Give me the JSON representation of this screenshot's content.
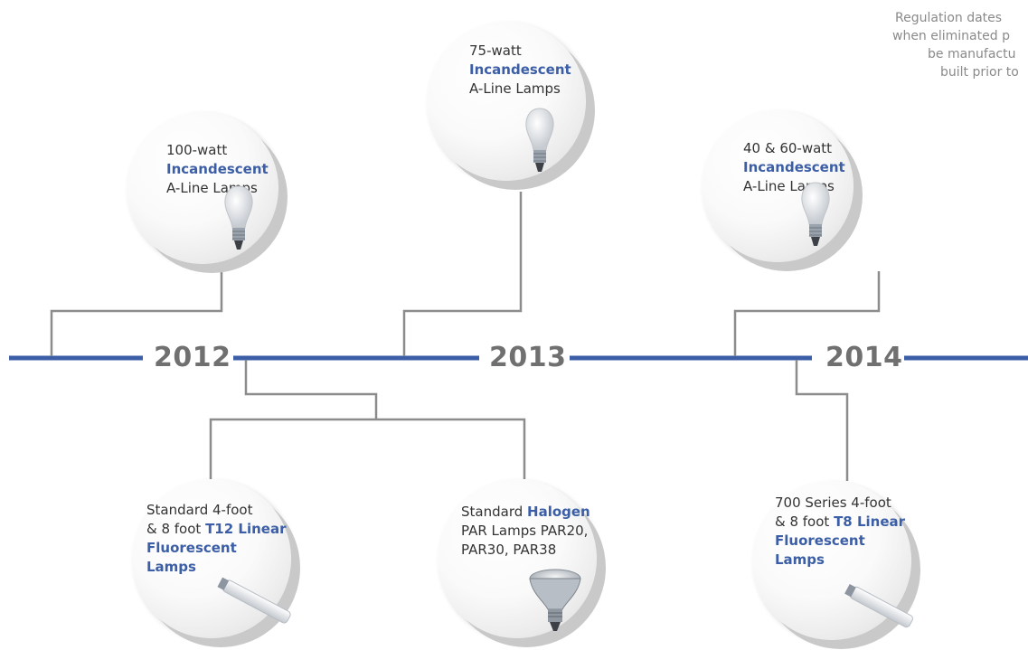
{
  "note": {
    "lines": [
      "Regulation dates",
      "when eliminated p",
      "be manufactu",
      "built prior to"
    ]
  },
  "timeline": {
    "line_color": "#3b5ea6",
    "connector_color": "#8c8c8c",
    "years": [
      "2012",
      "2013",
      "2014"
    ]
  },
  "lamps_above": [
    {
      "line1": "100-watt",
      "highlight": "Incandescent",
      "line3": "A-Line Lamps",
      "icon": "incandescent-bulb-icon"
    },
    {
      "line1": "75-watt",
      "highlight": "Incandescent",
      "line3": "A-Line Lamps",
      "icon": "incandescent-bulb-icon"
    },
    {
      "line1": "40 & 60-watt",
      "highlight": "Incandescent",
      "line3": "A-Line Lamps",
      "icon": "incandescent-bulb-icon"
    }
  ],
  "lamps_below": [
    {
      "pre": "Standard 4-foot",
      "mid": "& 8 foot ",
      "hl1": "T12 Linear",
      "hl2": "Fluorescent",
      "hl3": "Lamps",
      "icon": "fluorescent-tube-icon"
    },
    {
      "pre": "Standard ",
      "hl": "Halogen",
      "line2": "PAR Lamps PAR20,",
      "line3": "PAR30, PAR38",
      "icon": "par-halogen-lamp-icon"
    },
    {
      "pre": "700 Series 4-foot",
      "mid": "& 8 foot ",
      "hl1": "T8 Linear",
      "hl2": "Fluorescent",
      "hl3": "Lamps",
      "icon": "fluorescent-tube-icon"
    }
  ],
  "colors": {
    "highlight": "#3b5ea6",
    "body_text": "#333333",
    "year_text": "#707070",
    "note_text": "#8a8a8a"
  }
}
